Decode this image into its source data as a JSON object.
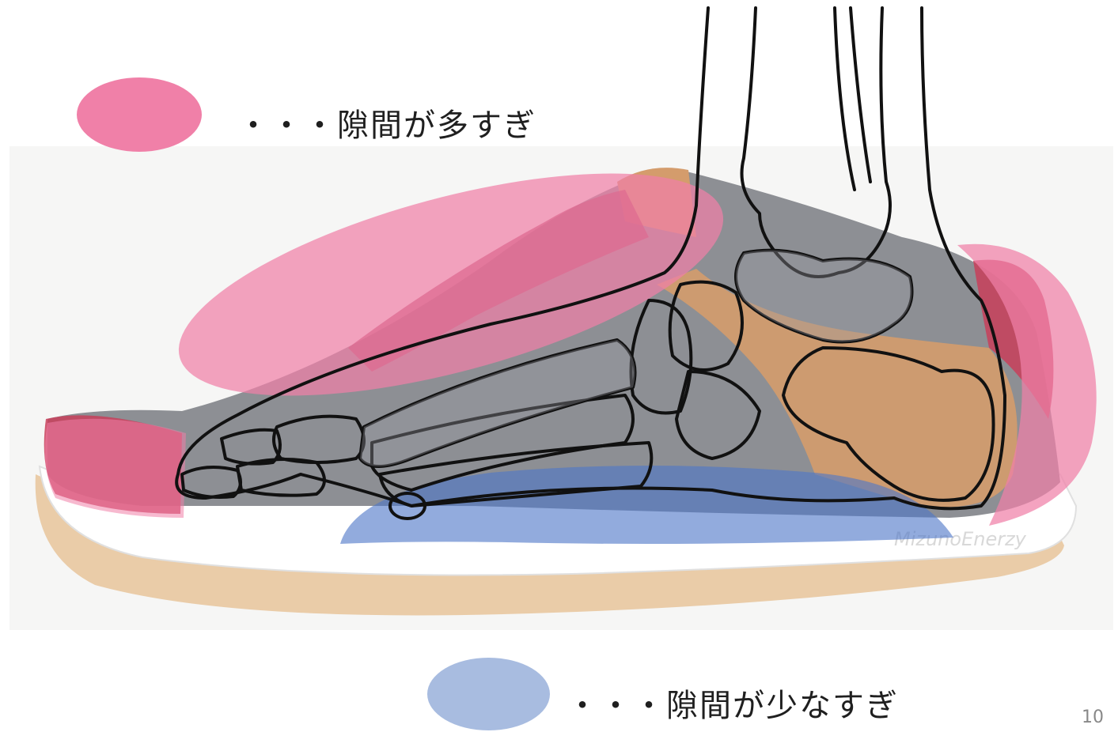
{
  "legend": {
    "too_much_gap": {
      "label": "・・・隙間が多すぎ",
      "color": "#f080a8"
    },
    "too_little_gap": {
      "label": "・・・隙間が少なすぎ",
      "color": "#a8bce0"
    }
  },
  "page_number": "10",
  "shoe_brand": "MizunoEnerzy",
  "colors": {
    "shoe_upper": "#8a8c90",
    "shoe_tan": "#d6a070",
    "shoe_red": "#c84060",
    "sole": "#ffffff",
    "outsole": "#e8c090",
    "gap_overlay_pink": "#f080a8",
    "gap_overlay_blue": "#4f78c8",
    "bone_outline": "#111111"
  }
}
